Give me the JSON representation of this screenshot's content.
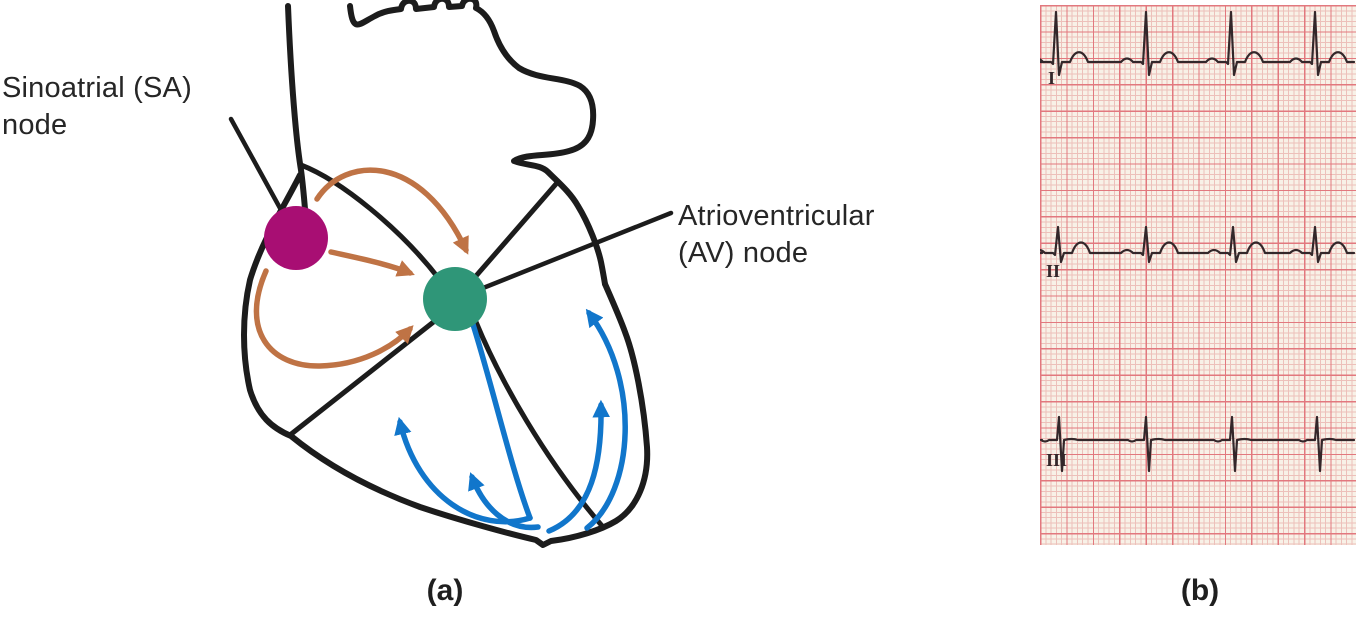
{
  "figure": {
    "panel_a": {
      "caption": "(a)",
      "sa_node_label": {
        "line1": "Sinoatrial (SA)",
        "line2": "node"
      },
      "av_node_label": {
        "line1": "Atrioventricular",
        "line2": "(AV) node"
      },
      "colors": {
        "sa_node": "#a80e73",
        "av_node": "#2f9678",
        "internodal_arrows": "#bf7345",
        "ventricular_arrows": "#1176cb",
        "heart_outline": "#1c1c1c",
        "label_text": "#262626"
      }
    },
    "panel_b": {
      "caption": "(b)",
      "paper": {
        "background": "#f8f1e7",
        "grid_minor": "#edc0ba",
        "grid_major": "#e2787e",
        "trace": "#33272a"
      },
      "leads": [
        {
          "label": "I",
          "baseline": 57,
          "beats": [
            18,
            108,
            193,
            277
          ],
          "waveform": "pqrst",
          "amplitudes": {
            "p": 7,
            "r": 50,
            "s": 13,
            "t": 13
          }
        },
        {
          "label": "II",
          "baseline": 248,
          "beats": [
            20,
            108,
            195,
            277
          ],
          "waveform": "pqrst",
          "amplitudes": {
            "p": 6,
            "r": 26,
            "s": 9,
            "t": 14
          }
        },
        {
          "label": "III",
          "baseline": 435,
          "beats": [
            20,
            107,
            193,
            278
          ],
          "waveform": "biphasic",
          "amplitudes": {
            "p": 3,
            "r": 23,
            "s": 31,
            "t": 2
          }
        }
      ]
    }
  }
}
